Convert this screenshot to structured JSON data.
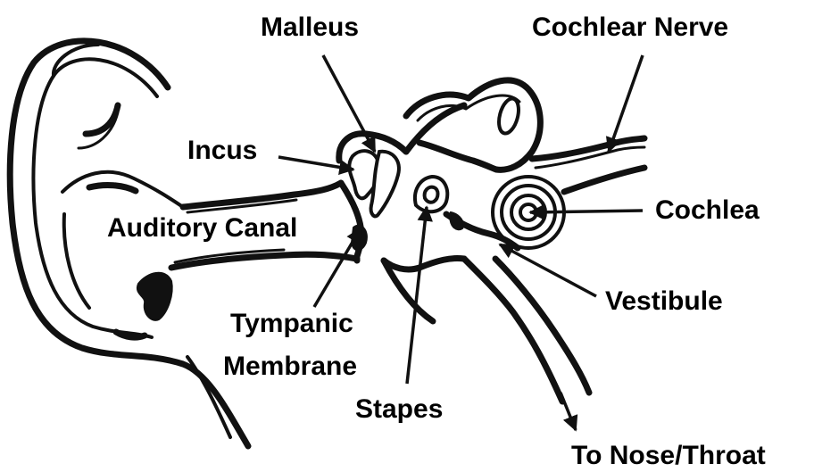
{
  "colors": {
    "ink": "#111111",
    "background": "#ffffff"
  },
  "labels": {
    "malleus": "Malleus",
    "cochlear_nerve": "Cochlear Nerve",
    "incus": "Incus",
    "cochlea": "Cochlea",
    "auditory_canal": "Auditory Canal",
    "vestibule": "Vestibule",
    "tympanic_line1": "Tympanic",
    "tympanic_line2": "Membrane",
    "stapes": "Stapes",
    "to_nose_throat": "To Nose/Throat"
  }
}
